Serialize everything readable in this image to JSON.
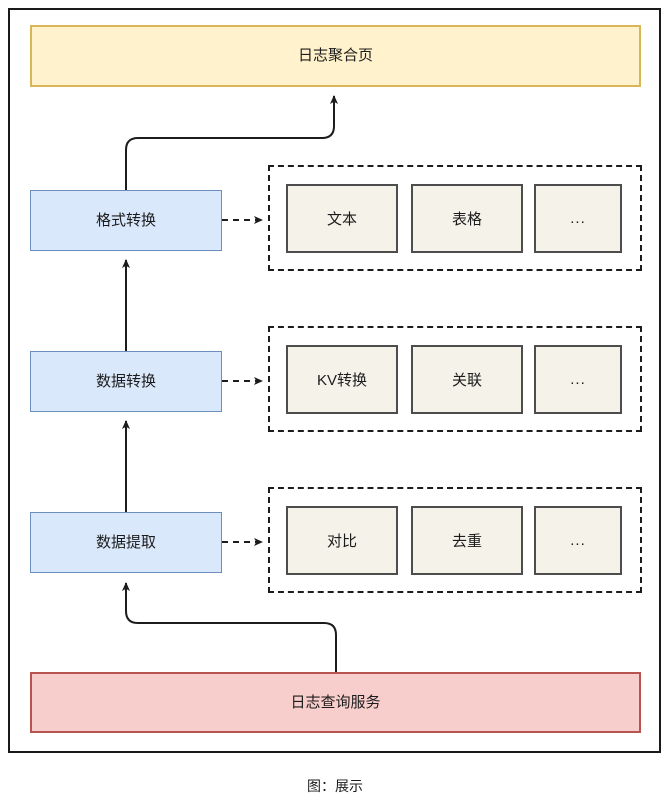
{
  "diagram": {
    "caption": "图：展示",
    "colors": {
      "yellow_fill": "#fff2cc",
      "yellow_stroke": "#d6b656",
      "blue_fill": "#dae8fc",
      "blue_stroke": "#6c8ebf",
      "red_fill": "#f8cecc",
      "red_stroke": "#b85450",
      "item_fill": "#f5f2e9",
      "item_stroke": "#4d4d4d",
      "edge_stroke": "#1c1c1c",
      "frame_stroke": "#1a1a1a"
    },
    "top_node": {
      "label": "日志聚合页"
    },
    "bottom_node": {
      "label": "日志查询服务"
    },
    "stages": [
      {
        "id": "format-conversion",
        "label": "格式转换",
        "items": [
          {
            "label": "文本"
          },
          {
            "label": "表格"
          },
          {
            "label": "..."
          }
        ]
      },
      {
        "id": "data-conversion",
        "label": "数据转换",
        "items": [
          {
            "label": "KV转换"
          },
          {
            "label": "关联"
          },
          {
            "label": "..."
          }
        ]
      },
      {
        "id": "data-extraction",
        "label": "数据提取",
        "items": [
          {
            "label": "对比"
          },
          {
            "label": "去重"
          },
          {
            "label": "..."
          }
        ]
      }
    ]
  }
}
